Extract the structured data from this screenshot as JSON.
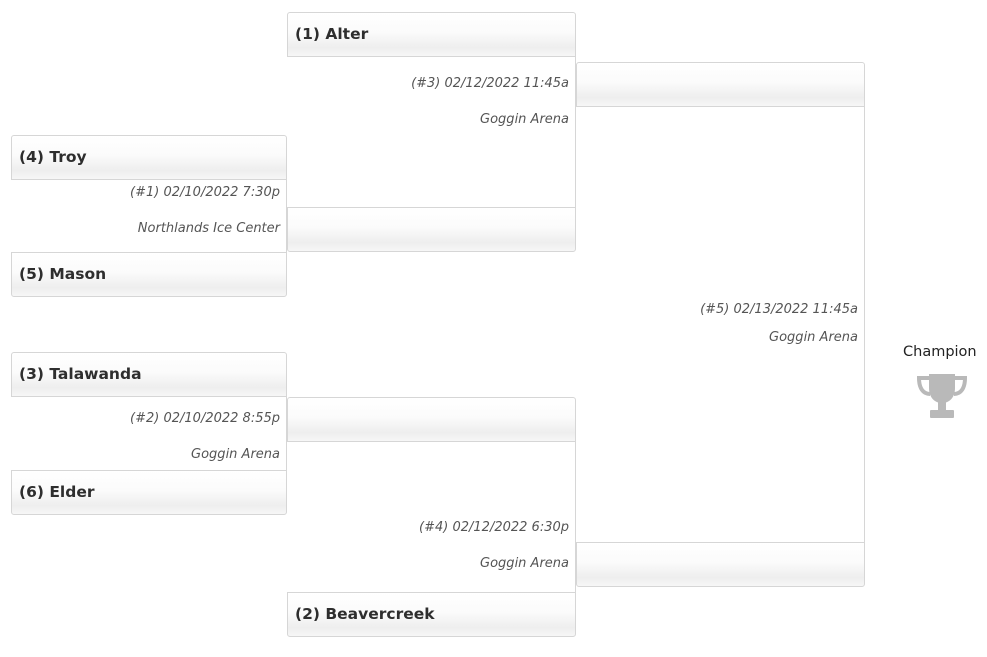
{
  "teams": {
    "alter": "(1) Alter",
    "troy": "(4) Troy",
    "mason": "(5) Mason",
    "talawanda": "(3) Talawanda",
    "elder": "(6) Elder",
    "beavercreek": "(2) Beavercreek"
  },
  "games": {
    "g1": {
      "time": "(#1) 02/10/2022 7:30p",
      "venue": "Northlands Ice Center"
    },
    "g2": {
      "time": "(#2) 02/10/2022 8:55p",
      "venue": "Goggin Arena"
    },
    "g3": {
      "time": "(#3) 02/12/2022 11:45a",
      "venue": "Goggin Arena"
    },
    "g4": {
      "time": "(#4) 02/12/2022 6:30p",
      "venue": "Goggin Arena"
    },
    "g5": {
      "time": "(#5) 02/13/2022 11:45a",
      "venue": "Goggin Arena"
    }
  },
  "champion": {
    "label": "Champion",
    "icon": "trophy-icon"
  }
}
